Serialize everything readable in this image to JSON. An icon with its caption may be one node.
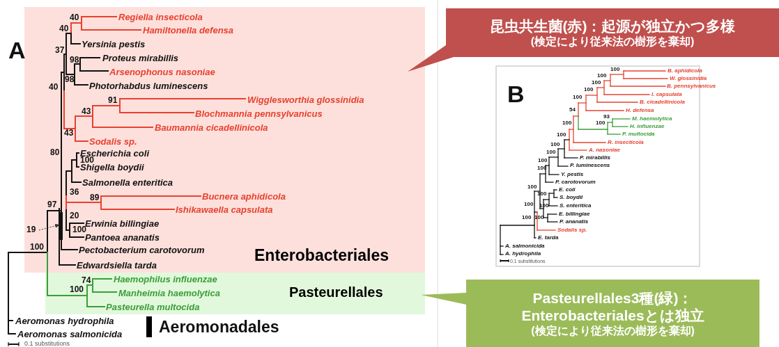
{
  "diagram": {
    "nodes": [
      {
        "text": [
          "Enterobacteriales"
        ]
      },
      {
        "text": [
          "Pasteurellales"
        ]
      },
      {
        "text": [
          "昆虫共生菌(赤)：起源が独立かつ多様",
          "(検定により従来法の樹形を棄却)"
        ]
      },
      {
        "text": [
          "Pasteurellales3種(緑)：Enterobacterialesとは独立",
          "(検定により従来法の樹形を棄却)"
        ]
      },
      {
        "text": [
          "19"
        ],
        "in": 0
      },
      {
        "text": [],
        "shape": "bar",
        "in": 0
      }
    ],
    "edges": [
      {
        "from": 2,
        "to": 0,
        "arrow": "none",
        "color": "#c0504d"
      },
      {
        "from": 3,
        "to": 1,
        "arrow": "none",
        "color": "#9bbb59"
      },
      {
        "from": 4,
        "to": 5,
        "arrow": "to",
        "style": "dashed"
      }
    ],
    "labels": [
      "A",
      "40",
      "Regiella insecticola",
      "40",
      "Hamiltonella defensa",
      "Yersinia pestis",
      "37",
      "Proteus mirabillis",
      "98",
      "Arsenophonus nasoniae",
      "98",
      "Photorhabdus luminescens",
      "40",
      "Wigglesworthia glossinidia",
      "91",
      "43",
      "Blochmannia pennsylvanicus",
      "Baumannia cicadellinicola",
      "43",
      "Sodalis sp.",
      "80",
      "Escherichia coli",
      "100",
      "Shigella boydii",
      "Salmonella enteritica",
      "36",
      "Bucnera aphidicola",
      "89",
      "97",
      "Ishikawaella capsulata",
      "20",
      "Erwinia billingiae",
      "100",
      "Pantoea ananatis",
      "100",
      "Pectobacterium carotovorum",
      "Edwardsiella tarda",
      "Haemophilus influenzae",
      "74",
      "100",
      "Manheimia haemolytica",
      "Pasteurella multocida",
      "Aeromonas hydrophila",
      "Aeromonadales",
      "Aeromonas salmonicida",
      "0.1 substitutions",
      "B",
      "100",
      "B. aphidicola",
      "100",
      "W. glossinidia",
      "B. pennsylvanicus",
      "100",
      "I. capsulata",
      "100",
      "B. cicadellinicola",
      "100",
      "H. defensa",
      "54",
      "M. haemolytica",
      "93",
      "100",
      "100",
      "H. influenzae",
      "P. multocida",
      "100",
      "R. insecticola",
      "100",
      "A. nasoniae",
      "100",
      "P. mirabillis",
      "100",
      "P. luminescens",
      "100",
      "Y. pestis",
      "P. carotovorum",
      "100",
      "E. coli",
      "100",
      "S. boydii",
      "S. enteritica",
      "100",
      "100",
      "E. billingiae",
      "100",
      "100",
      "P. ananatis",
      "Sodalis sp.",
      "E. tarda",
      "A. salmonicida",
      "A. hydrophila",
      "0.1 substitutions"
    ]
  }
}
